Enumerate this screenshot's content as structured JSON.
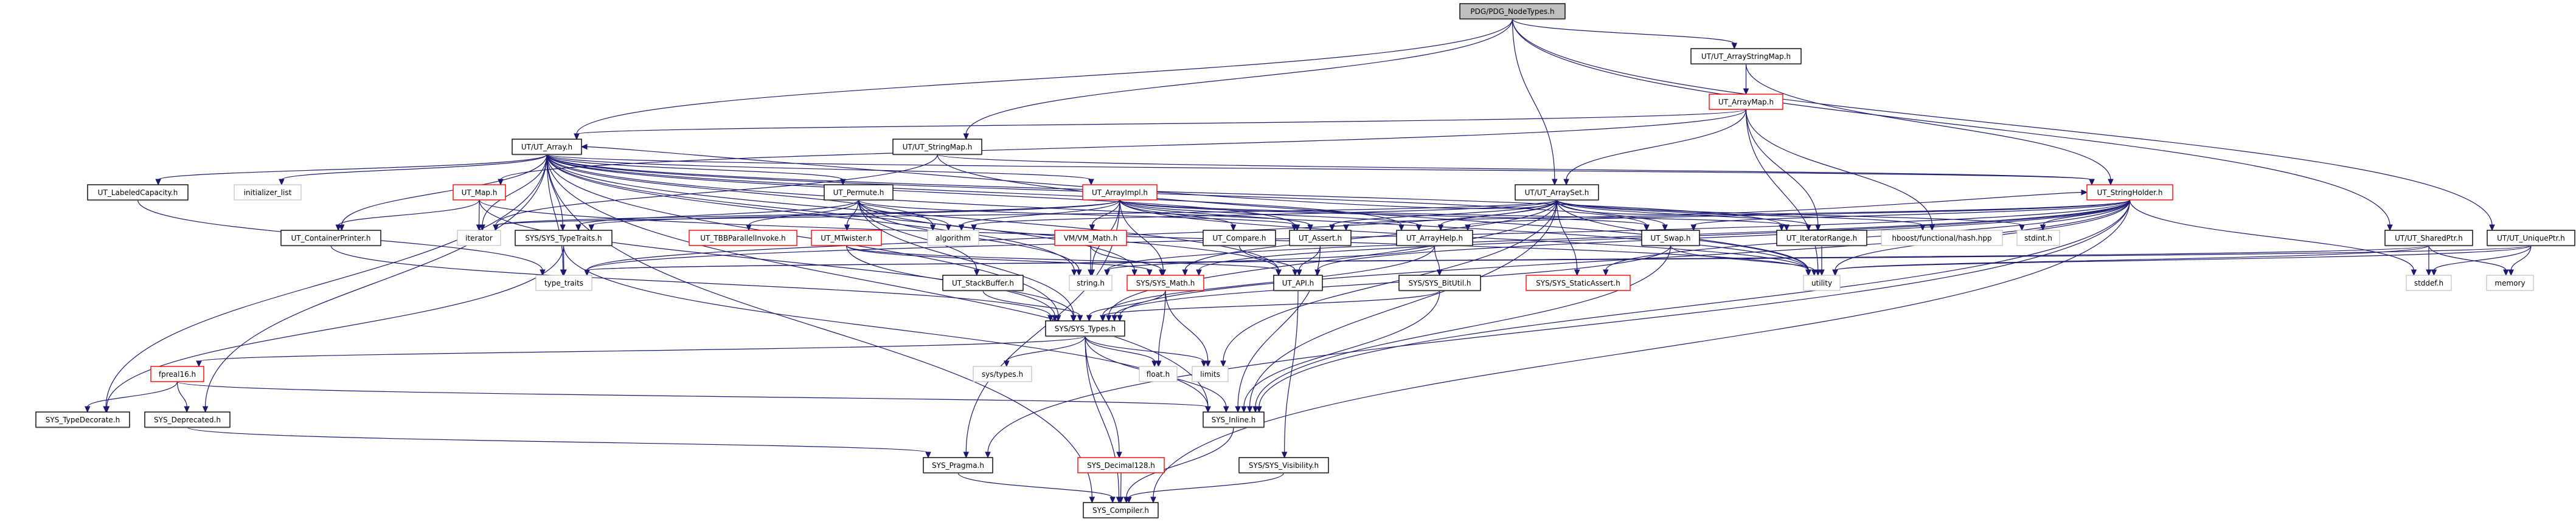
{
  "graph": {
    "root": "PDG/PDG_NodeTypes.h",
    "colors": {
      "edge": "#191970",
      "root_fill": "#bfbfbf",
      "documented_border": "#000000",
      "truncated_border": "#ff0000",
      "external_border": "#bfbfbf"
    },
    "nodes": [
      {
        "id": "root",
        "label": "PDG/PDG_NodeTypes.h",
        "kind": "root"
      },
      {
        "id": "arraystringmap",
        "label": "UT/UT_ArrayStringMap.h",
        "kind": "documented"
      },
      {
        "id": "arraymap",
        "label": "UT_ArrayMap.h",
        "kind": "truncated"
      },
      {
        "id": "array",
        "label": "UT/UT_Array.h",
        "kind": "documented"
      },
      {
        "id": "stringmap",
        "label": "UT/UT_StringMap.h",
        "kind": "documented"
      },
      {
        "id": "labeledcap",
        "label": "UT_LabeledCapacity.h",
        "kind": "documented"
      },
      {
        "id": "initlist",
        "label": "initializer_list",
        "kind": "external"
      },
      {
        "id": "utmap",
        "label": "UT_Map.h",
        "kind": "truncated"
      },
      {
        "id": "permute",
        "label": "UT_Permute.h",
        "kind": "documented"
      },
      {
        "id": "arrayimpl",
        "label": "UT_ArrayImpl.h",
        "kind": "truncated"
      },
      {
        "id": "arrayset",
        "label": "UT/UT_ArraySet.h",
        "kind": "documented"
      },
      {
        "id": "stringholder",
        "label": "UT_StringHolder.h",
        "kind": "truncated"
      },
      {
        "id": "containerprinter",
        "label": "UT_ContainerPrinter.h",
        "kind": "documented"
      },
      {
        "id": "iterator",
        "label": "iterator",
        "kind": "external"
      },
      {
        "id": "typetraits",
        "label": "SYS/SYS_TypeTraits.h",
        "kind": "documented"
      },
      {
        "id": "tbb",
        "label": "UT_TBBParallelInvoke.h",
        "kind": "truncated"
      },
      {
        "id": "mtwister",
        "label": "UT_MTwister.h",
        "kind": "truncated"
      },
      {
        "id": "algorithm",
        "label": "algorithm",
        "kind": "external"
      },
      {
        "id": "vmmath",
        "label": "VM/VM_Math.h",
        "kind": "truncated"
      },
      {
        "id": "compare",
        "label": "UT_Compare.h",
        "kind": "documented"
      },
      {
        "id": "assert",
        "label": "UT_Assert.h",
        "kind": "documented"
      },
      {
        "id": "arrayhelp",
        "label": "UT_ArrayHelp.h",
        "kind": "documented"
      },
      {
        "id": "swap",
        "label": "UT_Swap.h",
        "kind": "documented"
      },
      {
        "id": "iterrange",
        "label": "UT_IteratorRange.h",
        "kind": "documented"
      },
      {
        "id": "hash",
        "label": "hboost/functional/hash.hpp",
        "kind": "external"
      },
      {
        "id": "stdint",
        "label": "stdint.h",
        "kind": "external"
      },
      {
        "id": "sharedptr",
        "label": "UT/UT_SharedPtr.h",
        "kind": "documented"
      },
      {
        "id": "uniqueptr",
        "label": "UT/UT_UniquePtr.h",
        "kind": "documented"
      },
      {
        "id": "type_traits",
        "label": "type_traits",
        "kind": "external"
      },
      {
        "id": "stackbuffer",
        "label": "UT_StackBuffer.h",
        "kind": "documented"
      },
      {
        "id": "stringh",
        "label": "string.h",
        "kind": "external"
      },
      {
        "id": "sysmath",
        "label": "SYS/SYS_Math.h",
        "kind": "truncated"
      },
      {
        "id": "api",
        "label": "UT_API.h",
        "kind": "documented"
      },
      {
        "id": "bitutil",
        "label": "SYS/SYS_BitUtil.h",
        "kind": "documented"
      },
      {
        "id": "staticassert",
        "label": "SYS/SYS_StaticAssert.h",
        "kind": "truncated"
      },
      {
        "id": "utility",
        "label": "utility",
        "kind": "external"
      },
      {
        "id": "stddef",
        "label": "stddef.h",
        "kind": "external"
      },
      {
        "id": "memory",
        "label": "memory",
        "kind": "external"
      },
      {
        "id": "systypes",
        "label": "SYS/SYS_Types.h",
        "kind": "documented"
      },
      {
        "id": "fpreal16",
        "label": "fpreal16.h",
        "kind": "truncated"
      },
      {
        "id": "systypesh",
        "label": "sys/types.h",
        "kind": "external"
      },
      {
        "id": "floath",
        "label": "float.h",
        "kind": "external"
      },
      {
        "id": "limits",
        "label": "limits",
        "kind": "external"
      },
      {
        "id": "typedecorate",
        "label": "SYS_TypeDecorate.h",
        "kind": "documented"
      },
      {
        "id": "deprecated",
        "label": "SYS_Deprecated.h",
        "kind": "documented"
      },
      {
        "id": "inline",
        "label": "SYS_Inline.h",
        "kind": "documented"
      },
      {
        "id": "pragma",
        "label": "SYS_Pragma.h",
        "kind": "documented"
      },
      {
        "id": "decimal128",
        "label": "SYS_Decimal128.h",
        "kind": "truncated"
      },
      {
        "id": "visibility",
        "label": "SYS/SYS_Visibility.h",
        "kind": "documented"
      },
      {
        "id": "compiler",
        "label": "SYS_Compiler.h",
        "kind": "documented"
      }
    ],
    "edges": [
      [
        "root",
        "array"
      ],
      [
        "root",
        "stringmap"
      ],
      [
        "root",
        "arrayset"
      ],
      [
        "root",
        "arraystringmap"
      ],
      [
        "root",
        "sharedptr"
      ],
      [
        "root",
        "uniqueptr"
      ],
      [
        "arraystringmap",
        "arraymap"
      ],
      [
        "arraystringmap",
        "stringholder"
      ],
      [
        "arraymap",
        "array"
      ],
      [
        "arraymap",
        "arrayset"
      ],
      [
        "arraymap",
        "iterrange"
      ],
      [
        "arraymap",
        "hash"
      ],
      [
        "arraymap",
        "utility"
      ],
      [
        "arraymap",
        "utmap"
      ],
      [
        "stringmap",
        "stringholder"
      ],
      [
        "stringmap",
        "iterator"
      ],
      [
        "stringmap",
        "utility"
      ],
      [
        "array",
        "labeledcap"
      ],
      [
        "array",
        "initlist"
      ],
      [
        "array",
        "containerprinter"
      ],
      [
        "array",
        "iterator"
      ],
      [
        "array",
        "typetraits"
      ],
      [
        "array",
        "permute"
      ],
      [
        "array",
        "arrayimpl"
      ],
      [
        "array",
        "algorithm"
      ],
      [
        "array",
        "type_traits"
      ],
      [
        "array",
        "stringh"
      ],
      [
        "array",
        "systypes"
      ],
      [
        "array",
        "inline"
      ],
      [
        "array",
        "compiler"
      ],
      [
        "array",
        "typedecorate"
      ],
      [
        "array",
        "deprecated"
      ],
      [
        "array",
        "assert"
      ],
      [
        "array",
        "api"
      ],
      [
        "array",
        "arrayhelp"
      ],
      [
        "array",
        "swap"
      ],
      [
        "array",
        "iterrange"
      ],
      [
        "array",
        "utility"
      ],
      [
        "array",
        "sysmath"
      ],
      [
        "array",
        "stringholder"
      ],
      [
        "labeledcap",
        "type_traits"
      ],
      [
        "utmap",
        "iterator"
      ],
      [
        "utmap",
        "containerprinter"
      ],
      [
        "utmap",
        "systypes"
      ],
      [
        "utmap",
        "utility"
      ],
      [
        "containerprinter",
        "systypes"
      ],
      [
        "typetraits",
        "type_traits"
      ],
      [
        "typetraits",
        "typedecorate"
      ],
      [
        "typetraits",
        "inline"
      ],
      [
        "permute",
        "tbb"
      ],
      [
        "permute",
        "mtwister"
      ],
      [
        "permute",
        "algorithm"
      ],
      [
        "permute",
        "systypes"
      ],
      [
        "permute",
        "stackbuffer"
      ],
      [
        "permute",
        "assert"
      ],
      [
        "permute",
        "api"
      ],
      [
        "permute",
        "stringh"
      ],
      [
        "permute",
        "typetraits"
      ],
      [
        "mtwister",
        "systypes"
      ],
      [
        "mtwister",
        "sysmath"
      ],
      [
        "mtwister",
        "api"
      ],
      [
        "stackbuffer",
        "systypes"
      ],
      [
        "arrayimpl",
        "algorithm"
      ],
      [
        "arrayimpl",
        "vmmath"
      ],
      [
        "arrayimpl",
        "stringh"
      ],
      [
        "arrayimpl",
        "sysmath"
      ],
      [
        "arrayimpl",
        "compare"
      ],
      [
        "arrayimpl",
        "assert"
      ],
      [
        "arrayimpl",
        "swap"
      ],
      [
        "arrayimpl",
        "arrayhelp"
      ],
      [
        "arrayimpl",
        "pragma"
      ],
      [
        "arrayimpl",
        "typetraits"
      ],
      [
        "arrayimpl",
        "iterator"
      ],
      [
        "arrayimpl",
        "iterrange"
      ],
      [
        "arrayimpl",
        "utility"
      ],
      [
        "vmmath",
        "stringh"
      ],
      [
        "vmmath",
        "sysmath"
      ],
      [
        "sysmath",
        "systypes"
      ],
      [
        "sysmath",
        "floath"
      ],
      [
        "sysmath",
        "limits"
      ],
      [
        "compare",
        "api"
      ],
      [
        "assert",
        "api"
      ],
      [
        "assert",
        "inline"
      ],
      [
        "api",
        "visibility"
      ],
      [
        "systypes",
        "systypesh"
      ],
      [
        "systypes",
        "fpreal16"
      ],
      [
        "systypes",
        "floath"
      ],
      [
        "systypes",
        "limits"
      ],
      [
        "systypes",
        "inline"
      ],
      [
        "systypes",
        "compiler"
      ],
      [
        "systypes",
        "decimal128"
      ],
      [
        "fpreal16",
        "typedecorate"
      ],
      [
        "fpreal16",
        "deprecated"
      ],
      [
        "fpreal16",
        "inline"
      ],
      [
        "deprecated",
        "pragma"
      ],
      [
        "inline",
        "compiler"
      ],
      [
        "pragma",
        "compiler"
      ],
      [
        "decimal128",
        "compiler"
      ],
      [
        "visibility",
        "compiler"
      ],
      [
        "arrayset",
        "array"
      ],
      [
        "arrayset",
        "arrayhelp"
      ],
      [
        "arrayset",
        "sysmath"
      ],
      [
        "arrayset",
        "assert"
      ],
      [
        "arrayset",
        "swap"
      ],
      [
        "arrayset",
        "iterrange"
      ],
      [
        "arrayset",
        "hash"
      ],
      [
        "arrayset",
        "staticassert"
      ],
      [
        "arrayset",
        "utility"
      ],
      [
        "arrayset",
        "systypes"
      ],
      [
        "arrayset",
        "inline"
      ],
      [
        "arrayset",
        "limits"
      ],
      [
        "arrayset",
        "stdint"
      ],
      [
        "arrayset",
        "algorithm"
      ],
      [
        "arrayset",
        "type_traits"
      ],
      [
        "arrayset",
        "iterator"
      ],
      [
        "arrayset",
        "stringholder"
      ],
      [
        "arrayhelp",
        "bitutil"
      ],
      [
        "arrayhelp",
        "systypes"
      ],
      [
        "arrayhelp",
        "stringh"
      ],
      [
        "bitutil",
        "systypes"
      ],
      [
        "bitutil",
        "inline"
      ],
      [
        "swap",
        "utility"
      ],
      [
        "swap",
        "inline"
      ],
      [
        "swap",
        "systypes"
      ],
      [
        "iterrange",
        "utility"
      ],
      [
        "stringholder",
        "stdint"
      ],
      [
        "stringholder",
        "assert"
      ],
      [
        "stringholder",
        "systypes"
      ],
      [
        "stringholder",
        "inline"
      ],
      [
        "stringholder",
        "compiler"
      ],
      [
        "stringholder",
        "pragma"
      ],
      [
        "stringholder",
        "swap"
      ],
      [
        "stringholder",
        "utility"
      ],
      [
        "stringholder",
        "stddef"
      ],
      [
        "stringholder",
        "staticassert"
      ],
      [
        "stringholder",
        "sysmath"
      ],
      [
        "stringholder",
        "stringh"
      ],
      [
        "stringholder",
        "api"
      ],
      [
        "stringholder",
        "type_traits"
      ],
      [
        "stringholder",
        "arrayhelp"
      ],
      [
        "sharedptr",
        "stddef"
      ],
      [
        "sharedptr",
        "memory"
      ],
      [
        "sharedptr",
        "type_traits"
      ],
      [
        "sharedptr",
        "utility"
      ],
      [
        "uniqueptr",
        "stddef"
      ],
      [
        "uniqueptr",
        "memory"
      ],
      [
        "uniqueptr",
        "type_traits"
      ],
      [
        "uniqueptr",
        "utility"
      ]
    ]
  }
}
